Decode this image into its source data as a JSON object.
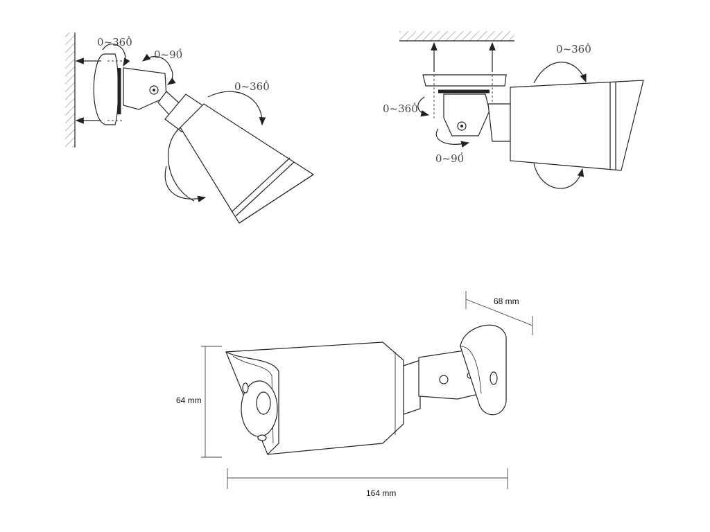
{
  "labels": {
    "wall_rotation": "0~360",
    "wall_tilt": "0~90",
    "wall_body_rotation": "0~360",
    "ceiling_body_rotation": "0~360",
    "ceiling_rotation": "0~360",
    "ceiling_tilt": "0~90",
    "degree_symbol": "°"
  },
  "dimensions": {
    "depth": "68 mm",
    "height": "64 mm",
    "length": "164 mm"
  }
}
